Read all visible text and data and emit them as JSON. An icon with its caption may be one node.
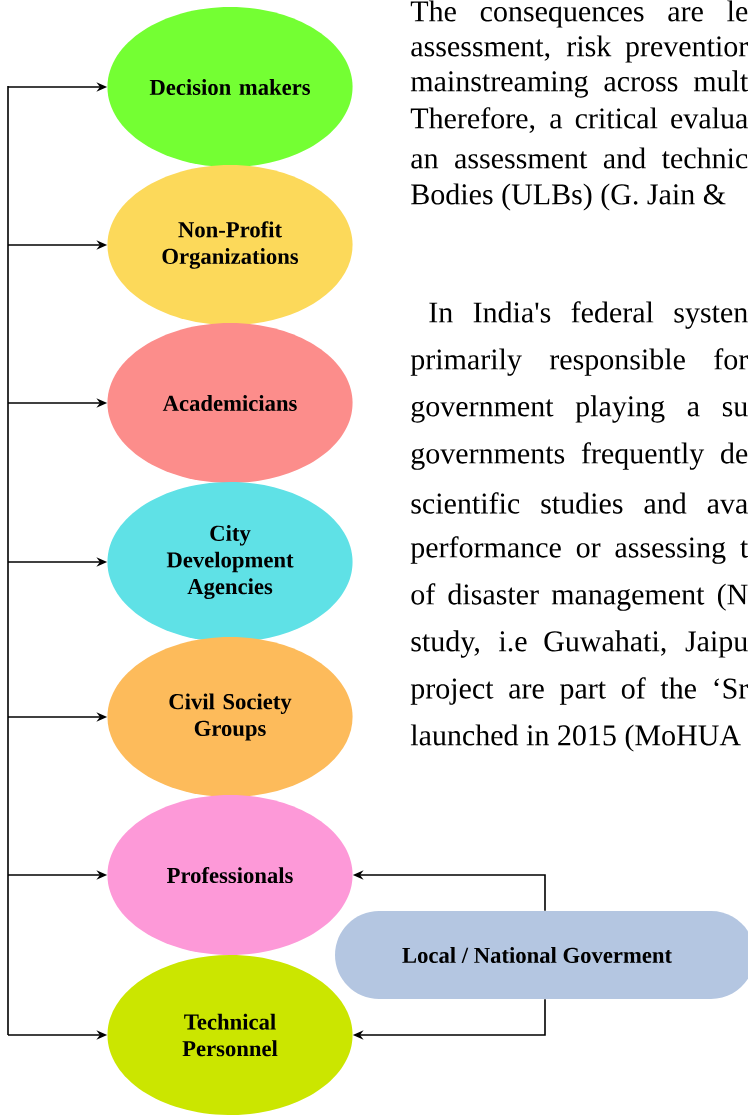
{
  "diagram": {
    "nodes": [
      {
        "text": [
          "Decision makers"
        ]
      },
      {
        "text": [
          "Non-Profit Organizations"
        ]
      },
      {
        "text": [
          "Academicians"
        ]
      },
      {
        "text": [
          "City Development Agencies"
        ]
      },
      {
        "text": [
          "Civil Society Groups"
        ]
      },
      {
        "text": [
          "Professionals"
        ]
      },
      {
        "text": [
          "Technical Personnel"
        ]
      },
      {
        "text": [
          "Local / National Goverment"
        ]
      }
    ],
    "edges": [
      {
        "from": null,
        "to": 0,
        "arrow": "to"
      },
      {
        "from": null,
        "to": 1,
        "arrow": "to"
      },
      {
        "from": null,
        "to": 2,
        "arrow": "to"
      },
      {
        "from": null,
        "to": 3,
        "arrow": "to"
      },
      {
        "from": null,
        "to": 4,
        "arrow": "to"
      },
      {
        "from": null,
        "to": 5,
        "arrow": "to"
      },
      {
        "from": null,
        "to": 6,
        "arrow": "to"
      },
      {
        "from": 7,
        "to": 5,
        "arrow": "to"
      },
      {
        "from": 7,
        "to": 6,
        "arrow": "to"
      }
    ],
    "labels": [
      "The consequences are le",
      "assessment, risk preventior",
      "mainstreaming across mult",
      "Therefore, a critical evalua",
      "an assessment and technic",
      "Bodies (ULBs) (G. Jain &",
      "In India's federal systen",
      "primarily responsible for",
      "government playing a su",
      "governments frequently de",
      "scientific studies and ava",
      "performance or assessing t",
      "of disaster management (N",
      "study, i.e Guwahati, Jaipu",
      "project are part of the ‘Sr",
      "launched in 2015 (MoHUA"
    ]
  }
}
